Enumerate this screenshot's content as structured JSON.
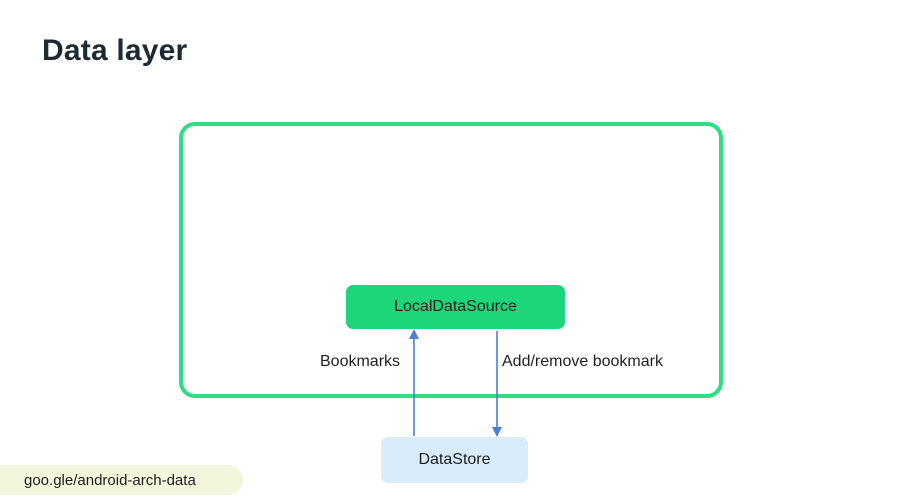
{
  "slide": {
    "title": "Data layer"
  },
  "diagram": {
    "nodes": {
      "local_data_source": "LocalDataSource",
      "data_store": "DataStore"
    },
    "edges": {
      "up_label": "Bookmarks",
      "down_label": "Add/remove bookmark"
    }
  },
  "footer": {
    "link": "goo.gle/android-arch-data"
  },
  "colors": {
    "layer_border": "#2fdd83",
    "local_fill": "#1ed67a",
    "datastore_fill": "#d8ecfb",
    "arrow": "#4a7fd4",
    "chip_fill": "#f3f6dc"
  }
}
